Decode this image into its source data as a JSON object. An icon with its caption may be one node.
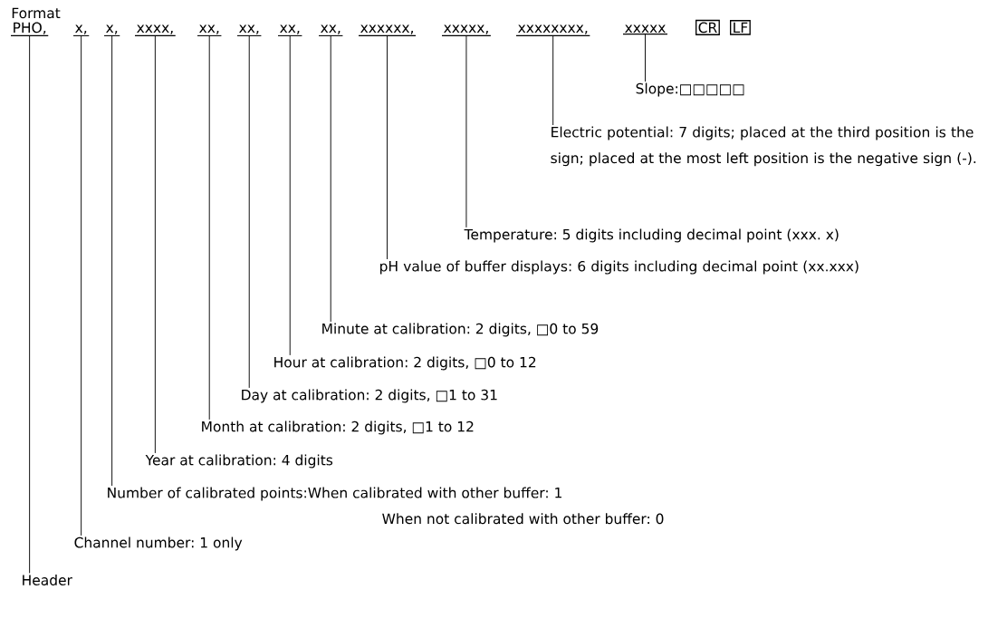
{
  "diagram": {
    "title": "Format",
    "nodes": [
      {
        "text": [
          "PHO,"
        ]
      },
      {
        "text": [
          "x,"
        ]
      },
      {
        "text": [
          "x,"
        ]
      },
      {
        "text": [
          "xxxx,"
        ]
      },
      {
        "text": [
          "xx,"
        ]
      },
      {
        "text": [
          "xx,"
        ]
      },
      {
        "text": [
          "xx,"
        ]
      },
      {
        "text": [
          "xx,"
        ]
      },
      {
        "text": [
          "xxxxxx,"
        ]
      },
      {
        "text": [
          "xxxxx,"
        ]
      },
      {
        "text": [
          "xxxxxxxx,"
        ]
      },
      {
        "text": [
          "xxxxx"
        ]
      },
      {
        "text": [
          "CR"
        ]
      },
      {
        "text": [
          "LF"
        ]
      },
      {
        "text": [
          "Slope:□□□□□"
        ]
      },
      {
        "text": [
          "Electric potential: 7 digits; placed at the third position is the sign; placed at the most left position is the negative sign (-)."
        ]
      },
      {
        "text": [
          "Temperature: 5 digits including decimal point (xxx. x)"
        ]
      },
      {
        "text": [
          "pH value of buffer displays: 6 digits including decimal point (xx.xxx)"
        ]
      },
      {
        "text": [
          "Minute at calibration: 2 digits, □0 to 59"
        ]
      },
      {
        "text": [
          "Hour at calibration: 2 digits, □0 to 12"
        ]
      },
      {
        "text": [
          "Day at calibration: 2 digits, □1 to 31"
        ]
      },
      {
        "text": [
          "Month at calibration: 2 digits, □1 to 12"
        ]
      },
      {
        "text": [
          "Year at calibration: 4 digits"
        ]
      },
      {
        "text": [
          "Number of calibrated points:When calibrated with other buffer: 1",
          "When not calibrated with other buffer: 0"
        ]
      },
      {
        "text": [
          "Channel number: 1 only"
        ]
      },
      {
        "text": [
          "Header"
        ]
      }
    ],
    "edges": [
      {
        "from": 11,
        "to": 14,
        "arrow": "none"
      },
      {
        "from": 10,
        "to": 15,
        "arrow": "none"
      },
      {
        "from": 9,
        "to": 16,
        "arrow": "none"
      },
      {
        "from": 8,
        "to": 17,
        "arrow": "none"
      },
      {
        "from": 7,
        "to": 18,
        "arrow": "none"
      },
      {
        "from": 6,
        "to": 19,
        "arrow": "none"
      },
      {
        "from": 5,
        "to": 20,
        "arrow": "none"
      },
      {
        "from": 4,
        "to": 21,
        "arrow": "none"
      },
      {
        "from": 3,
        "to": 22,
        "arrow": "none"
      },
      {
        "from": 2,
        "to": 23,
        "arrow": "none"
      },
      {
        "from": 1,
        "to": 24,
        "arrow": "none"
      },
      {
        "from": 0,
        "to": 25,
        "arrow": "none"
      }
    ]
  }
}
